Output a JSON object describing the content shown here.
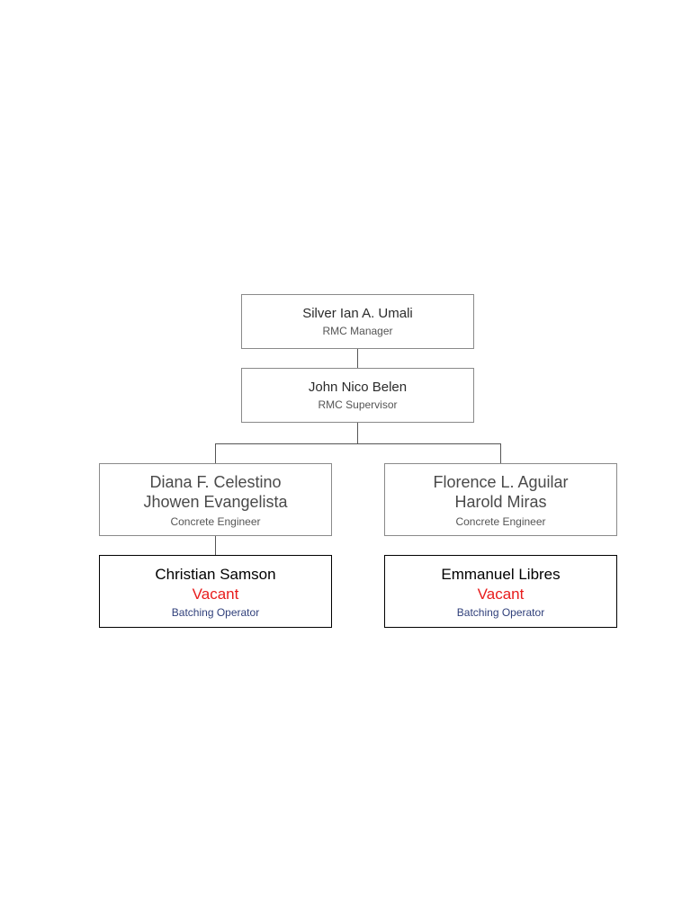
{
  "org": {
    "manager": {
      "name": "Silver Ian A. Umali",
      "role": "RMC Manager"
    },
    "supervisor": {
      "name": "John Nico Belen",
      "role": "RMC Supervisor"
    },
    "engineers": [
      {
        "names": [
          "Diana F. Celestino",
          "Jhowen Evangelista"
        ],
        "role": "Concrete Engineer"
      },
      {
        "names": [
          "Florence L. Aguilar",
          "Harold Miras"
        ],
        "role": "Concrete Engineer"
      }
    ],
    "operators": [
      {
        "name": "Christian Samson",
        "vacant": "Vacant",
        "role": "Batching Operator"
      },
      {
        "name": "Emmanuel Libres",
        "vacant": "Vacant",
        "role": "Batching Operator"
      }
    ]
  },
  "colors": {
    "vacant": "#e81c1c",
    "operator_role": "#2f3f7a",
    "box_border": "#8a8a8a",
    "operator_border": "#000000"
  }
}
